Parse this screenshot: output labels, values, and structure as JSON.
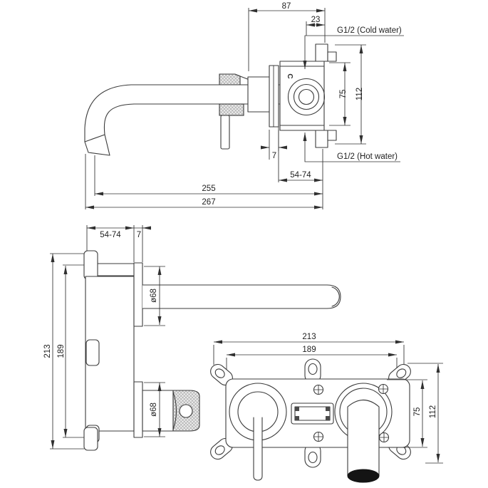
{
  "figure": {
    "type": "technical-drawing",
    "views": {
      "faucet_side": {
        "dim_spout_offset": "87",
        "dim_outlet_offset": "23",
        "cold_label": "G1/2 (Cold water)",
        "dim_port_spacing": "75",
        "dim_body_height": "112",
        "hot_label": "G1/2 (Hot water)",
        "dim_trim_thickness": "7",
        "dim_wall_depth": "54-74",
        "dim_spout_reach": "255",
        "dim_total_reach": "267",
        "body_marking": "C"
      },
      "roughin_side": {
        "dim_wall_depth": "54-74",
        "dim_trim_thickness": "7",
        "dim_spout_rosette": "ø68",
        "dim_height_total": "213",
        "dim_height_inner": "189",
        "dim_handle_rosette": "ø68"
      },
      "roughin_front": {
        "dim_width_total": "213",
        "dim_width_inner": "189",
        "dim_port_spacing": "75",
        "dim_height": "112"
      }
    },
    "colors": {
      "line": "#3b3b3b",
      "dim_text": "#1f1f1f",
      "spout_opening": "#141414",
      "knurl": "#9a9a9a"
    }
  }
}
